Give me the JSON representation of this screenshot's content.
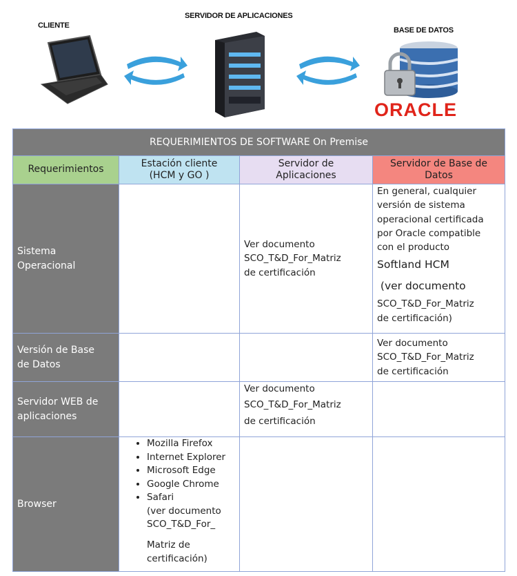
{
  "diagram": {
    "client_label": "CLIENTE",
    "server_label": "SERVIDOR DE APLICACIONES",
    "db_label": "BASE DE DATOS",
    "oracle_logo": "ORACLE",
    "icons": [
      "laptop-icon",
      "sync-arrows-icon",
      "server-tower-icon",
      "sync-arrows-icon",
      "database-lock-icon"
    ],
    "colors": {
      "arrow": "#3aa0dc",
      "oracle": "#e0241a"
    }
  },
  "table": {
    "title": "REQUERIMIENTOS DE SOFTWARE On Premise",
    "headers": {
      "req": "Requerimientos",
      "est_1": "Estación cliente",
      "est_2": "(HCM  y GO )",
      "srv_1": "Servidor de",
      "srv_2": "Aplicaciones",
      "bd_1": "Servidor de Base de",
      "bd_2": "Datos"
    },
    "header_colors": {
      "req": "#a9d18e",
      "est": "#bfe3f1",
      "srv": "#e7ddf2",
      "bd": "#f4867f",
      "rowhead": "#7b7b7b"
    },
    "rows": {
      "so": {
        "label_1": "Sistema",
        "label_2": "Operacional",
        "srv_1": "Ver documento",
        "srv_2": "SCO_T&D_For_Matriz",
        "srv_3": "de certificación",
        "bd_1": "En general, cualquier",
        "bd_2": "versión de sistema",
        "bd_3": "operacional certificada",
        "bd_4": "por Oracle compatible",
        "bd_5": "con el producto",
        "bd_6": "Softland HCM",
        "bd_7": " (ver documento",
        "bd_8": "SCO_T&D_For_Matriz",
        "bd_9": "de certificación)"
      },
      "vbd": {
        "label_1": "Versión de Base",
        "label_2": "de Datos",
        "bd_1": "Ver documento",
        "bd_2": "SCO_T&D_For_Matriz",
        "bd_3": "de certificación"
      },
      "web": {
        "label_1": "Servidor WEB de",
        "label_2": "aplicaciones",
        "srv_1": "Ver documento",
        "srv_2": "SCO_T&D_For_Matriz",
        "srv_3": "de certificación"
      },
      "browser": {
        "label": "Browser",
        "items": [
          "Mozilla Firefox",
          "Internet Explorer",
          "Microsoft Edge",
          "Google Chrome",
          "Safari"
        ],
        "note_1": "(ver documento",
        "note_2": "SCO_T&D_For_",
        "note_3": "Matriz de",
        "note_4": "certificación)"
      }
    }
  }
}
